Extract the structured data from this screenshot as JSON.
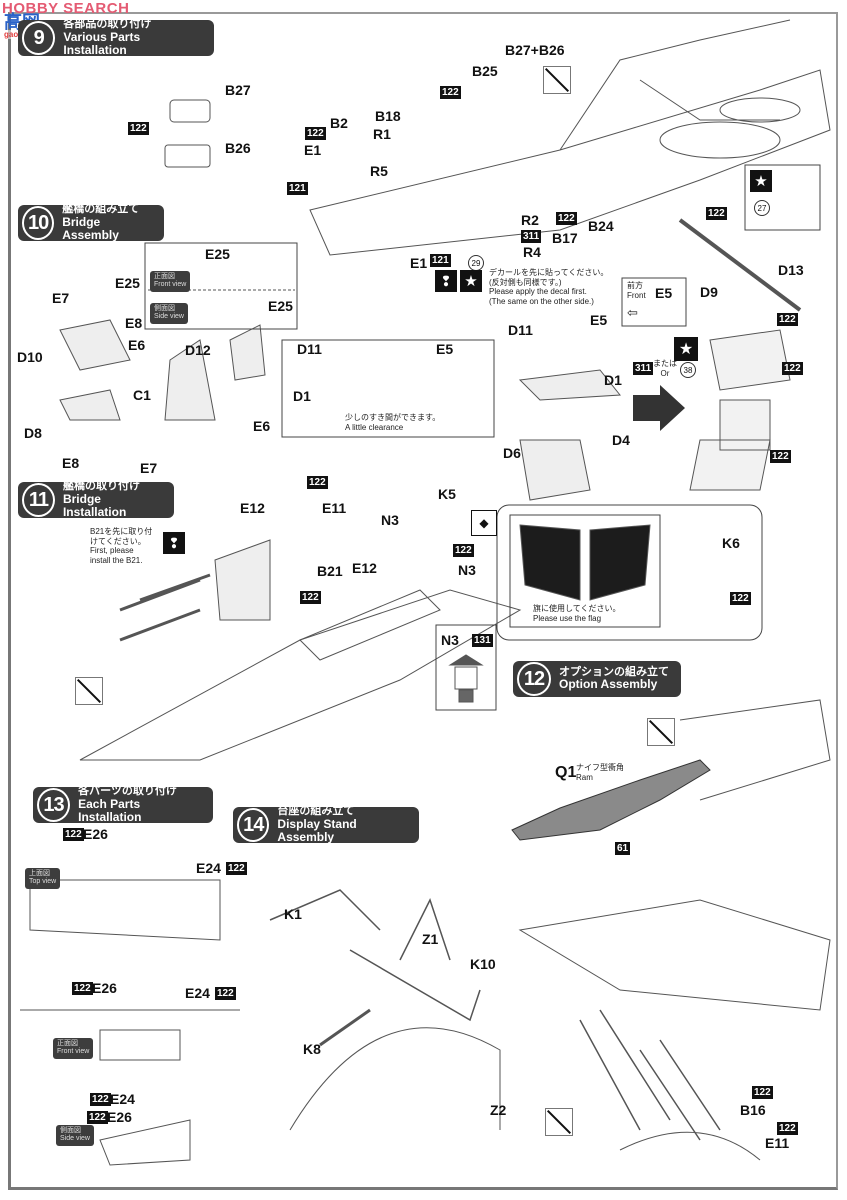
{
  "watermark": {
    "site": "HOBBY SEARCH",
    "logo": "高网",
    "url": "gao-shan.com"
  },
  "steps": [
    {
      "num": "9",
      "jp": "各部品の取り付け",
      "en": "Various Parts Installation"
    },
    {
      "num": "10",
      "jp": "艦橋の組み立て",
      "en": "Bridge Assembly"
    },
    {
      "num": "11",
      "jp": "艦橋の取り付け",
      "en": "Bridge Installation"
    },
    {
      "num": "12",
      "jp": "オプションの組み立て",
      "en": "Option Assembly"
    },
    {
      "num": "13",
      "jp": "各パーツの取り付け",
      "en": "Each Parts Installation"
    },
    {
      "num": "14",
      "jp": "台座の組み立て",
      "en": "Display Stand Assembly"
    }
  ],
  "paint_codes": {
    "c121": "121",
    "c122": "122",
    "c311": "311",
    "c131": "131",
    "c61": "61"
  },
  "decals": {
    "d29": "29",
    "d27": "27",
    "d38": "38"
  },
  "step9": {
    "parts": [
      "B27",
      "B26",
      "B27+B26",
      "B25",
      "B18",
      "B2",
      "R1",
      "E1",
      "R5",
      "R2",
      "R4",
      "B17",
      "B24",
      "E1"
    ],
    "note_jp_1": "デカールを先に貼ってください。",
    "note_jp_2": "(反対側も同様です。)",
    "note_en_1": "Please apply the decal first.",
    "note_en_2": "(The same on the other side.)"
  },
  "step10": {
    "parts": [
      "E7",
      "E25",
      "E8",
      "D10",
      "D8",
      "E8",
      "E7",
      "E6",
      "D12",
      "C1",
      "E6",
      "E25",
      "E25",
      "D11",
      "E5",
      "D1",
      "D11",
      "E5",
      "D1",
      "D4",
      "D6",
      "D13",
      "D9"
    ],
    "front_view_jp": "正面図",
    "front_view_en": "Front view",
    "side_view_jp": "側面図",
    "side_view_en": "Side view",
    "clearance_jp": "少しのすき間ができます。",
    "clearance_en": "A little clearance",
    "front_jp": "前方",
    "front_en": "Front",
    "or_jp": "または",
    "or_en": "Or"
  },
  "step11": {
    "parts": [
      "E12",
      "E11",
      "B21",
      "E12",
      "K5",
      "N3",
      "N3",
      "N3",
      "K6"
    ],
    "b21_note_jp_1": "B21を先に取り付",
    "b21_note_jp_2": "けてください。",
    "b21_note_en_1": "First, please",
    "b21_note_en_2": "install the B21.",
    "flag_jp": "旗に使用してください。",
    "flag_en": "Please use the flag"
  },
  "step12": {
    "part": "Q1",
    "part_jp": "ナイフ型衝角",
    "part_en": "Ram"
  },
  "step13": {
    "parts": [
      "E26",
      "E24",
      "E26",
      "E24",
      "E24",
      "E26"
    ],
    "top_view_jp": "上面図",
    "top_view_en": "Top view",
    "front_view_jp": "正面図",
    "front_view_en": "Front view",
    "side_view_jp": "側面図",
    "side_view_en": "Side view"
  },
  "step14": {
    "parts": [
      "K1",
      "Z1",
      "K10",
      "K8",
      "Z2",
      "B16",
      "E11"
    ]
  }
}
